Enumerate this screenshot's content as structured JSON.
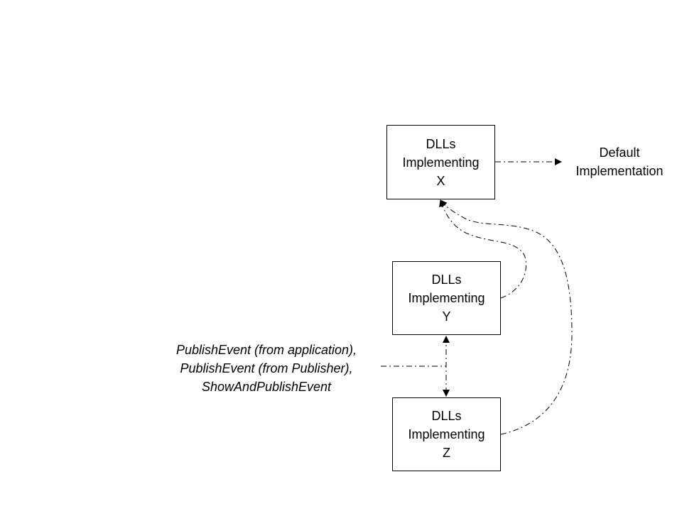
{
  "boxes": {
    "x": {
      "label": "DLLs\nImplementing\nX"
    },
    "y": {
      "label": "DLLs\nImplementing\nY"
    },
    "z": {
      "label": "DLLs\nImplementing\nZ"
    }
  },
  "default_implementation": "Default\nImplementation",
  "events_label": "PublishEvent (from application),\nPublishEvent (from Publisher),\nShowAndPublishEvent",
  "colors": {
    "stroke": "#000000",
    "background": "#ffffff"
  }
}
